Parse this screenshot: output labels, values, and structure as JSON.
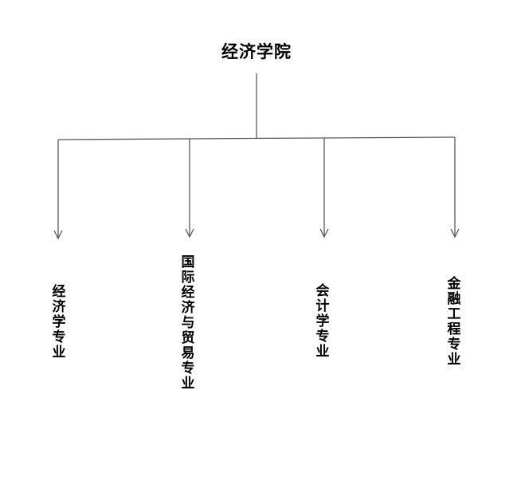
{
  "diagram": {
    "root": {
      "label": "经济学院"
    },
    "children": [
      {
        "label": "经济学专业"
      },
      {
        "label": "国际经济与贸易专业"
      },
      {
        "label": "会计学专业"
      },
      {
        "label": "金融工程专业"
      }
    ],
    "colors": {
      "line": "#595959",
      "text": "#000000",
      "background": "#ffffff"
    }
  }
}
